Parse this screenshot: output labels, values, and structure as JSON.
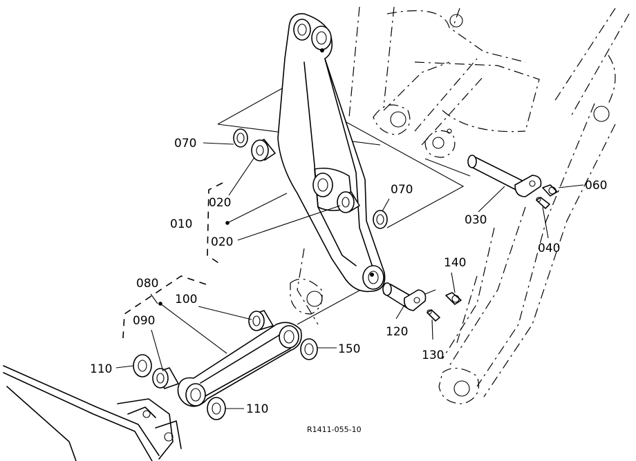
{
  "labels": {
    "p010": "010",
    "p020a": "020",
    "p020b": "020",
    "p030": "030",
    "p040": "040",
    "p060": "060",
    "p070a": "070",
    "p070b": "070",
    "p080": "080",
    "p090": "090",
    "p100": "100",
    "p110a": "110",
    "p110b": "110",
    "p120": "120",
    "p130": "130",
    "p140": "140",
    "p150": "150"
  },
  "drawing_code": "R1411-055-10"
}
